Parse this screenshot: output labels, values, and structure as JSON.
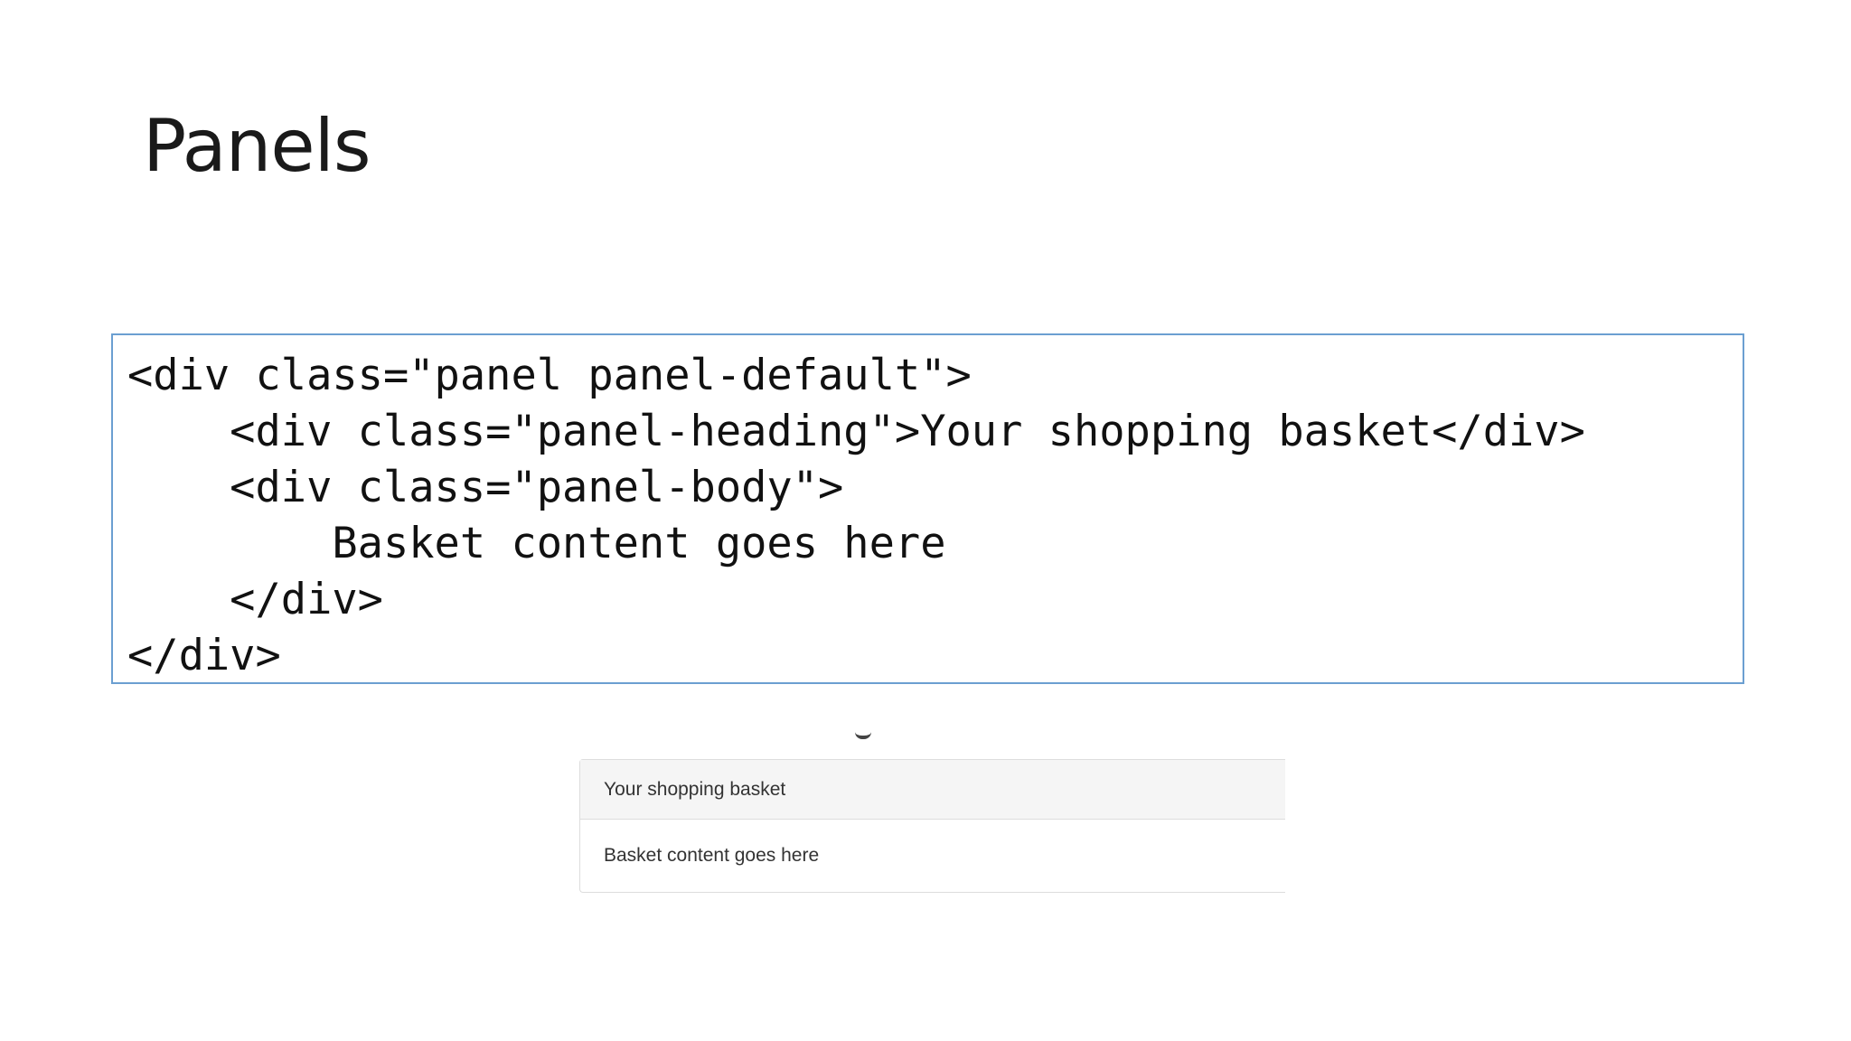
{
  "slide": {
    "title": "Panels"
  },
  "code": {
    "lines": [
      "<div class=\"panel panel-default\">",
      "    <div class=\"panel-heading\">Your shopping basket</div>",
      "    <div class=\"panel-body\">",
      "        Basket content goes here",
      "    </div>",
      "</div>"
    ]
  },
  "rendered_panel": {
    "heading": "Your shopping basket",
    "body": "Basket content goes here"
  },
  "colors": {
    "code_border": "#6b9fd1",
    "panel_heading_bg": "#f5f5f5",
    "panel_border": "#dddddd"
  }
}
